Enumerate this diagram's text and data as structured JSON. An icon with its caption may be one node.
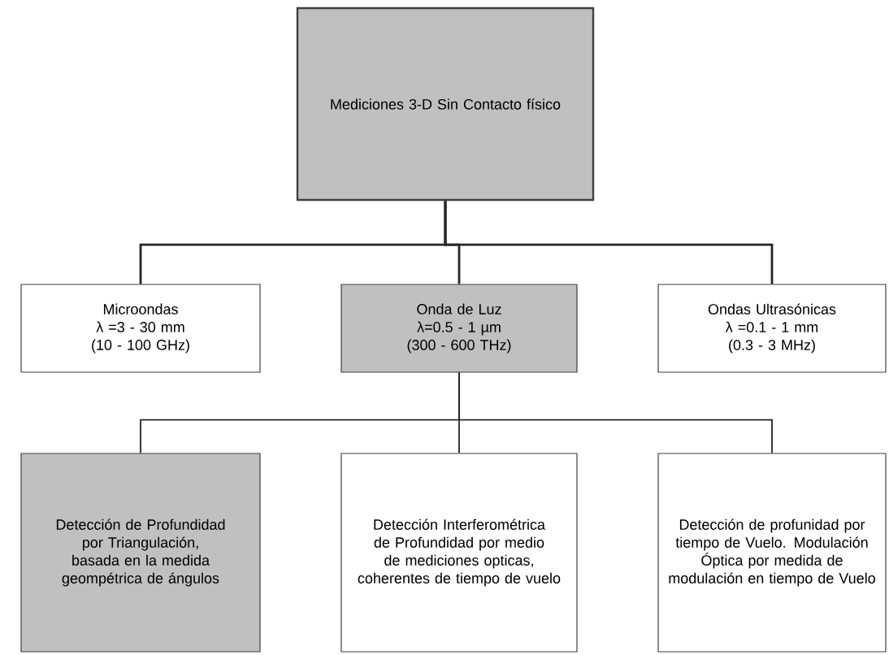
{
  "diagram": {
    "nodes": [
      {
        "text": [
          "Mediciones 3-D Sin Contacto físico"
        ]
      },
      {
        "text": [
          "Microondas",
          "λ =3 - 30 mm",
          "(10 - 100 GHz)"
        ]
      },
      {
        "text": [
          "Onda de Luz",
          "λ=0.5 - 1 µm",
          "(300 - 600 THz)"
        ]
      },
      {
        "text": [
          "Ondas Ultrasónicas",
          "λ =0.1 - 1 mm",
          "(0.3 - 3 MHz)"
        ]
      },
      {
        "text": [
          "Detección de Profundidad por Triangulación, basada en la medida geompétrica de ángulos"
        ]
      },
      {
        "text": [
          "Detección Interferométrica de Profundidad por medio de mediciones opticas, coherentes de tiempo de vuelo"
        ]
      },
      {
        "text": [
          "Detección de profunidad por tiempo de Vuelo. Modulación Óptica por medida de modulación en tiempo de Vuelo"
        ]
      }
    ],
    "edges": [
      {
        "from": 0,
        "to": 1,
        "arrow": "none"
      },
      {
        "from": 0,
        "to": 2,
        "arrow": "none"
      },
      {
        "from": 0,
        "to": 3,
        "arrow": "none"
      },
      {
        "from": 2,
        "to": 4,
        "arrow": "none"
      },
      {
        "from": 2,
        "to": 5,
        "arrow": "none"
      },
      {
        "from": 2,
        "to": 6,
        "arrow": "none"
      }
    ]
  }
}
